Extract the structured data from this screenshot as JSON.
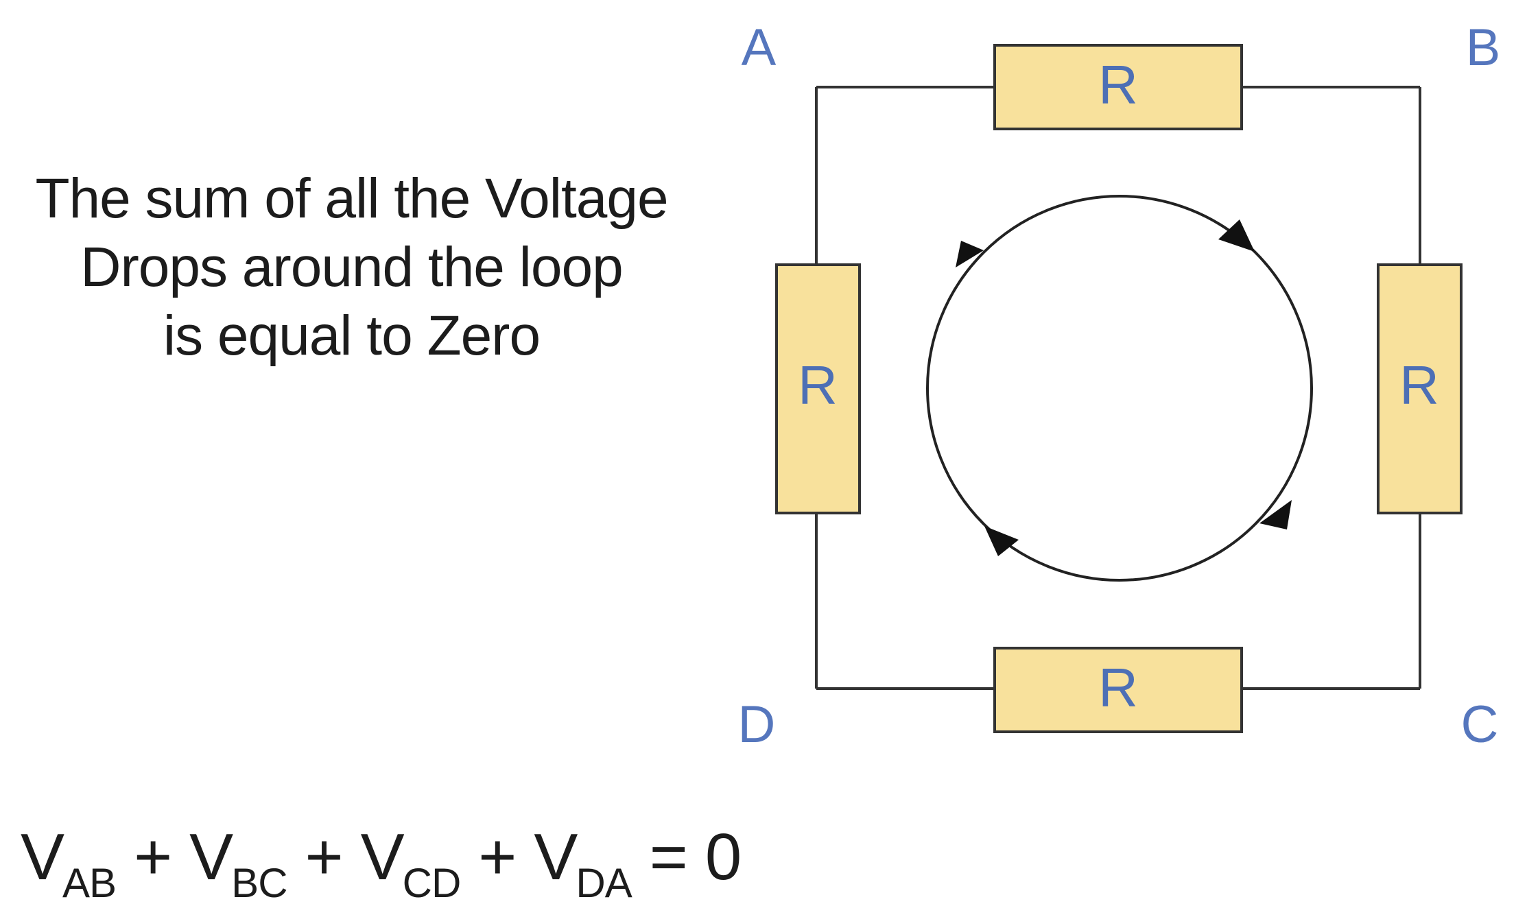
{
  "caption": {
    "lines": [
      "The sum of all the Voltage",
      "Drops around the loop",
      "is equal to Zero"
    ]
  },
  "nodes": {
    "a": "A",
    "b": "B",
    "c": "C",
    "d": "D"
  },
  "resistors": {
    "top": "R",
    "right": "R",
    "bottom": "R",
    "left": "R"
  },
  "equation": {
    "terms": [
      {
        "symbol": "V",
        "subscript": "AB"
      },
      {
        "symbol": "V",
        "subscript": "BC"
      },
      {
        "symbol": "V",
        "subscript": "CD"
      },
      {
        "symbol": "V",
        "subscript": "DA"
      }
    ],
    "plus": "+",
    "equals": "=",
    "result": "0"
  },
  "colors": {
    "wire": "#333333",
    "resistor_fill": "#f8e19c",
    "resistor_stroke": "#333333",
    "resistor_label": "#4d6fb5",
    "node_label": "#5576bd",
    "text": "#1c1c1c"
  }
}
